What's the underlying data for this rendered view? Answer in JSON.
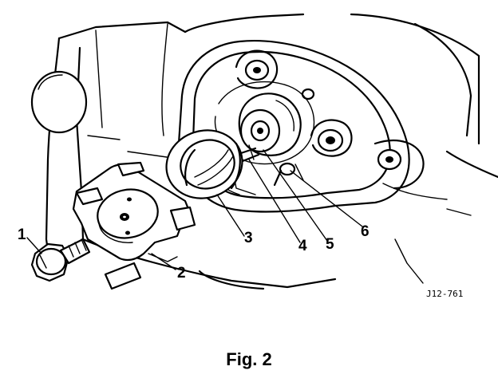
{
  "figure": {
    "caption": "Fig. 2",
    "drawing_code": "J12-761",
    "callouts": [
      {
        "id": "1",
        "text": "1"
      },
      {
        "id": "2",
        "text": "2"
      },
      {
        "id": "3",
        "text": "3"
      },
      {
        "id": "4",
        "text": "4"
      },
      {
        "id": "5",
        "text": "5"
      },
      {
        "id": "6",
        "text": "6"
      }
    ]
  }
}
